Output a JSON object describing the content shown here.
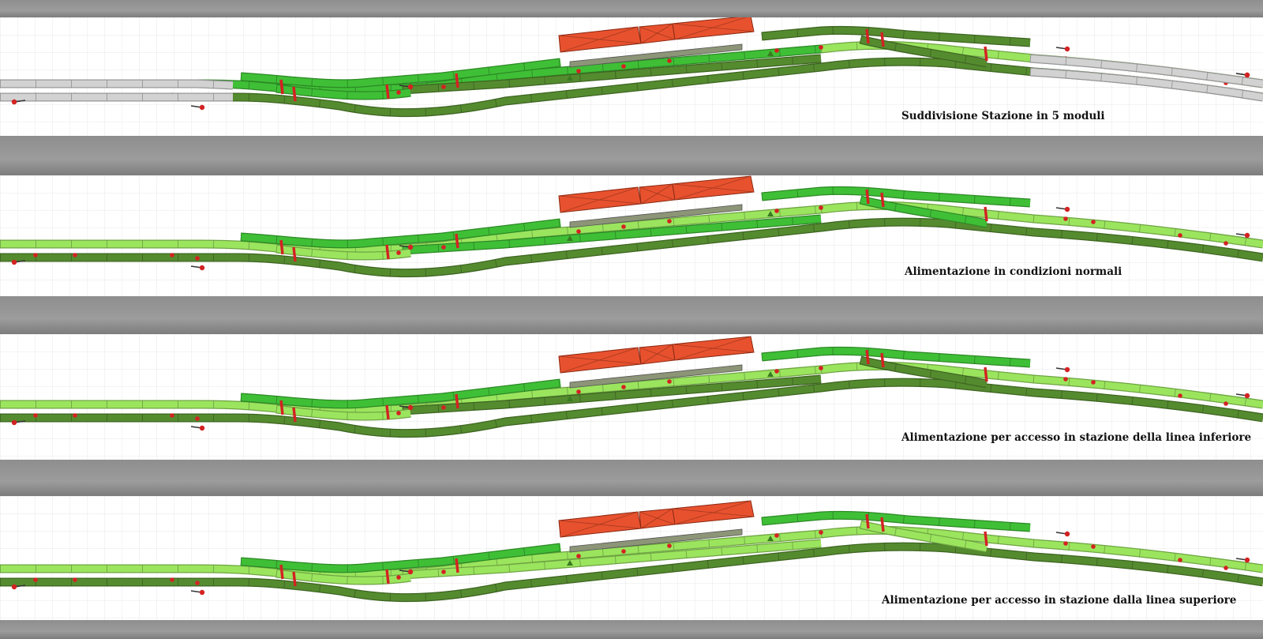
{
  "panels": [
    {
      "caption": "Suddivisione Stazione in 5 moduli"
    },
    {
      "caption": "Alimentazione in condizioni normali"
    },
    {
      "caption": "Alimentazione per accesso in stazione della linea inferiore"
    },
    {
      "caption": "Alimentazione per accesso in stazione dalla linea superiore"
    }
  ],
  "colors": {
    "track_medium": "#3fbf36",
    "track_dark": "#558b2f",
    "track_light": "#9be55e",
    "track_grey": "#d2d2d2",
    "platform": "#8c9577",
    "building": "#e8512e",
    "signal": "#d32222"
  }
}
